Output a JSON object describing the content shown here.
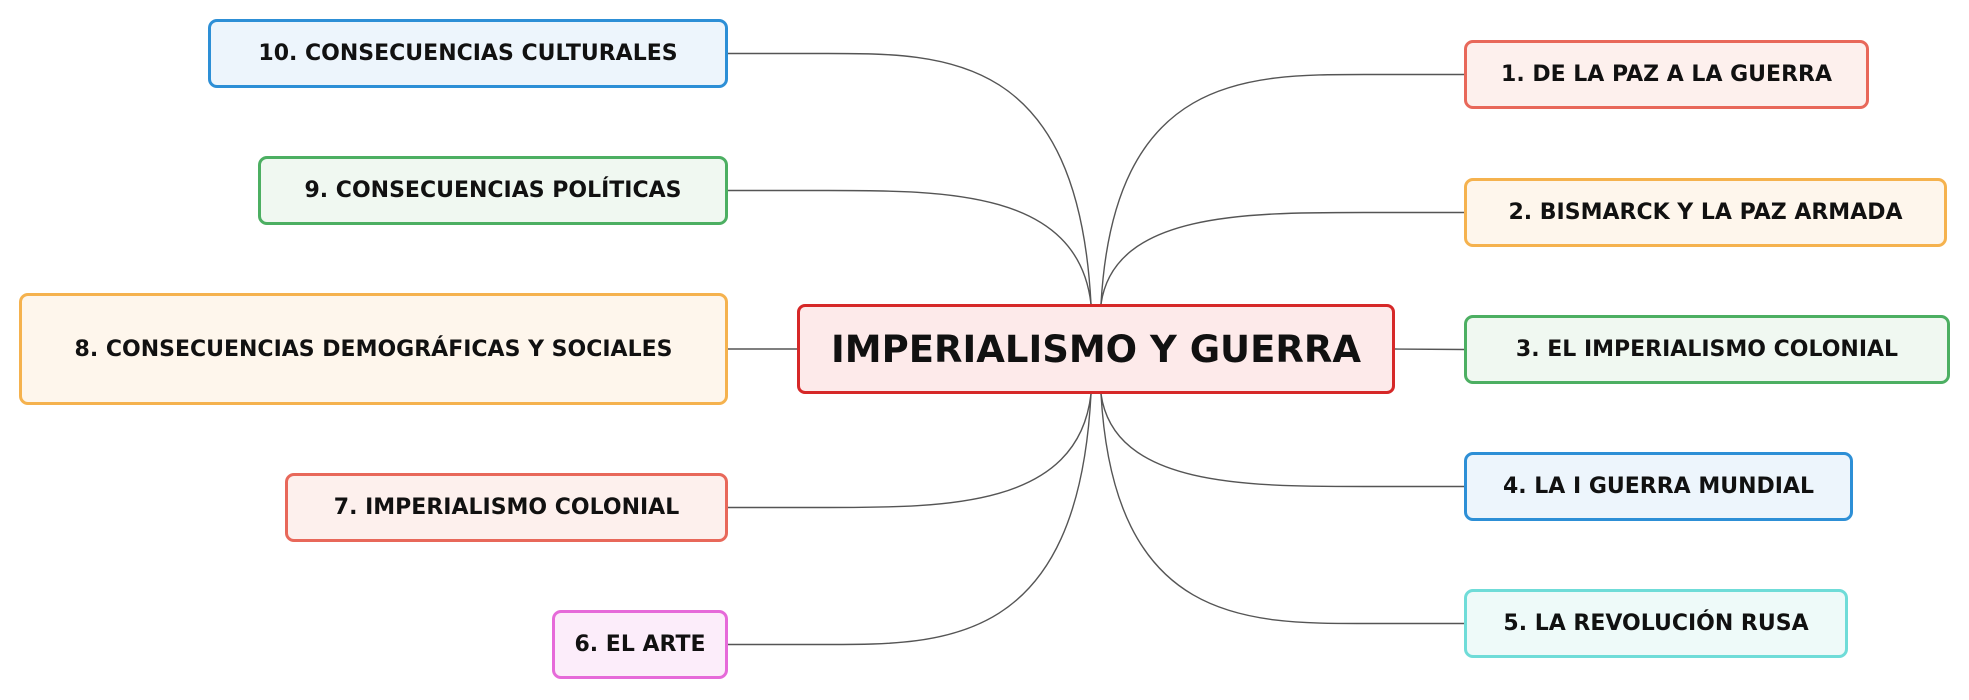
{
  "diagram": {
    "central": {
      "label": "IMPERIALISMO Y GUERRA",
      "border": "#d62828",
      "fill": "#fdeaea"
    },
    "branches": [
      {
        "id": "b1",
        "label": "1. DE LA PAZ A LA GUERRA",
        "border": "#e8685a",
        "fill": "#fdf0ed"
      },
      {
        "id": "b2",
        "label": "2. BISMARCK Y LA PAZ ARMADA",
        "border": "#f5b24e",
        "fill": "#fef6ec"
      },
      {
        "id": "b3",
        "label": "3. EL IMPERIALISMO COLONIAL",
        "border": "#4caf62",
        "fill": "#f0f8f1"
      },
      {
        "id": "b4",
        "label": "4. LA I GUERRA MUNDIAL",
        "border": "#2d8fd6",
        "fill": "#edf5fc"
      },
      {
        "id": "b5",
        "label": "5. LA REVOLUCIÓN RUSA",
        "border": "#6fdcd8",
        "fill": "#eefaf9"
      },
      {
        "id": "b6",
        "label": "6. EL ARTE",
        "border": "#e66ad9",
        "fill": "#fcedfa"
      },
      {
        "id": "b7",
        "label": "7. IMPERIALISMO COLONIAL",
        "border": "#e8685a",
        "fill": "#fdf0ed"
      },
      {
        "id": "b8",
        "label": "8. CONSECUENCIAS DEMOGRÁFICAS Y SOCIALES",
        "border": "#f5b24e",
        "fill": "#fef6ec"
      },
      {
        "id": "b9",
        "label": "9. CONSECUENCIAS POLÍTICAS",
        "border": "#4caf62",
        "fill": "#f0f8f1"
      },
      {
        "id": "b10",
        "label": "10. CONSECUENCIAS CULTURALES",
        "border": "#2d8fd6",
        "fill": "#edf5fc"
      }
    ],
    "connector_color": "#555555"
  }
}
